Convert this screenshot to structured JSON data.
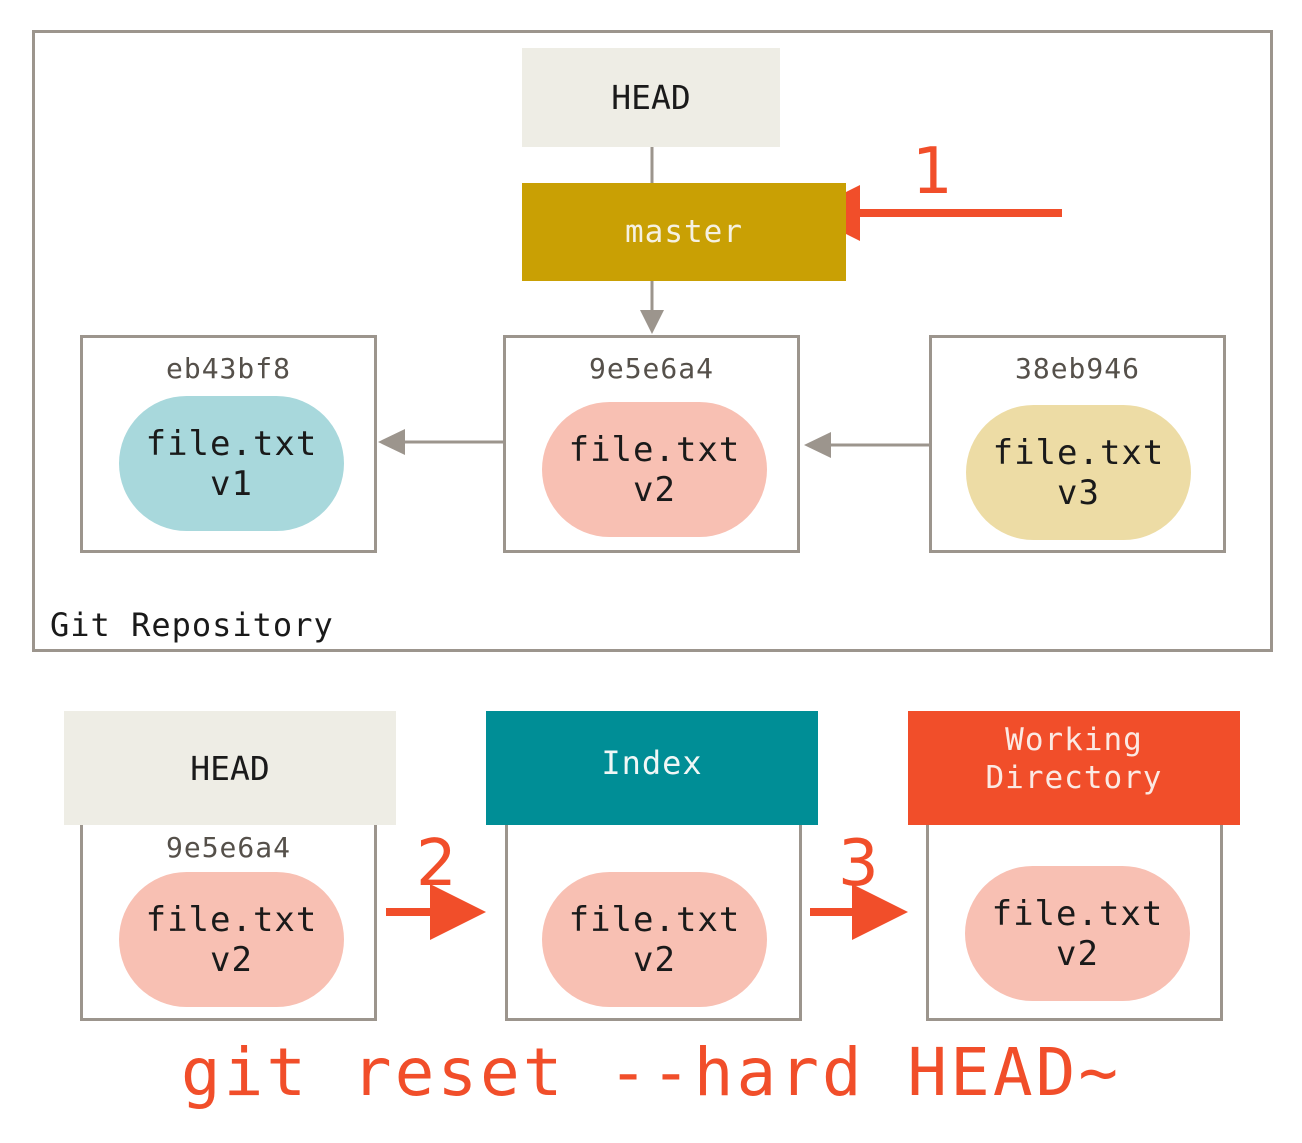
{
  "repository": {
    "label": "Git Repository",
    "head_label": "HEAD",
    "branch_label": "master",
    "commits": [
      {
        "hash": "eb43bf8",
        "file": "file.txt",
        "version": "v1"
      },
      {
        "hash": "9e5e6a4",
        "file": "file.txt",
        "version": "v2"
      },
      {
        "hash": "38eb946",
        "file": "file.txt",
        "version": "v3"
      }
    ]
  },
  "steps": [
    "1",
    "2",
    "3"
  ],
  "stages": [
    {
      "title": "HEAD",
      "hash": "9e5e6a4",
      "file": "file.txt",
      "version": "v2"
    },
    {
      "title": "Index",
      "hash": "",
      "file": "file.txt",
      "version": "v2"
    },
    {
      "title_line1": "Working",
      "title_line2": "Directory",
      "hash": "",
      "file": "file.txt",
      "version": "v2"
    }
  ],
  "command": "git reset --hard HEAD~",
  "colors": {
    "border": "#9c958d",
    "head_bg": "#eeede5",
    "master_bg": "#c9a004",
    "index_bg": "#008e96",
    "working_dir_bg": "#f14e2a",
    "accent_red": "#f14e2a",
    "blob_v1": "#a8d8dc",
    "blob_v2": "#f8c0b3",
    "blob_v3": "#eddca5"
  }
}
